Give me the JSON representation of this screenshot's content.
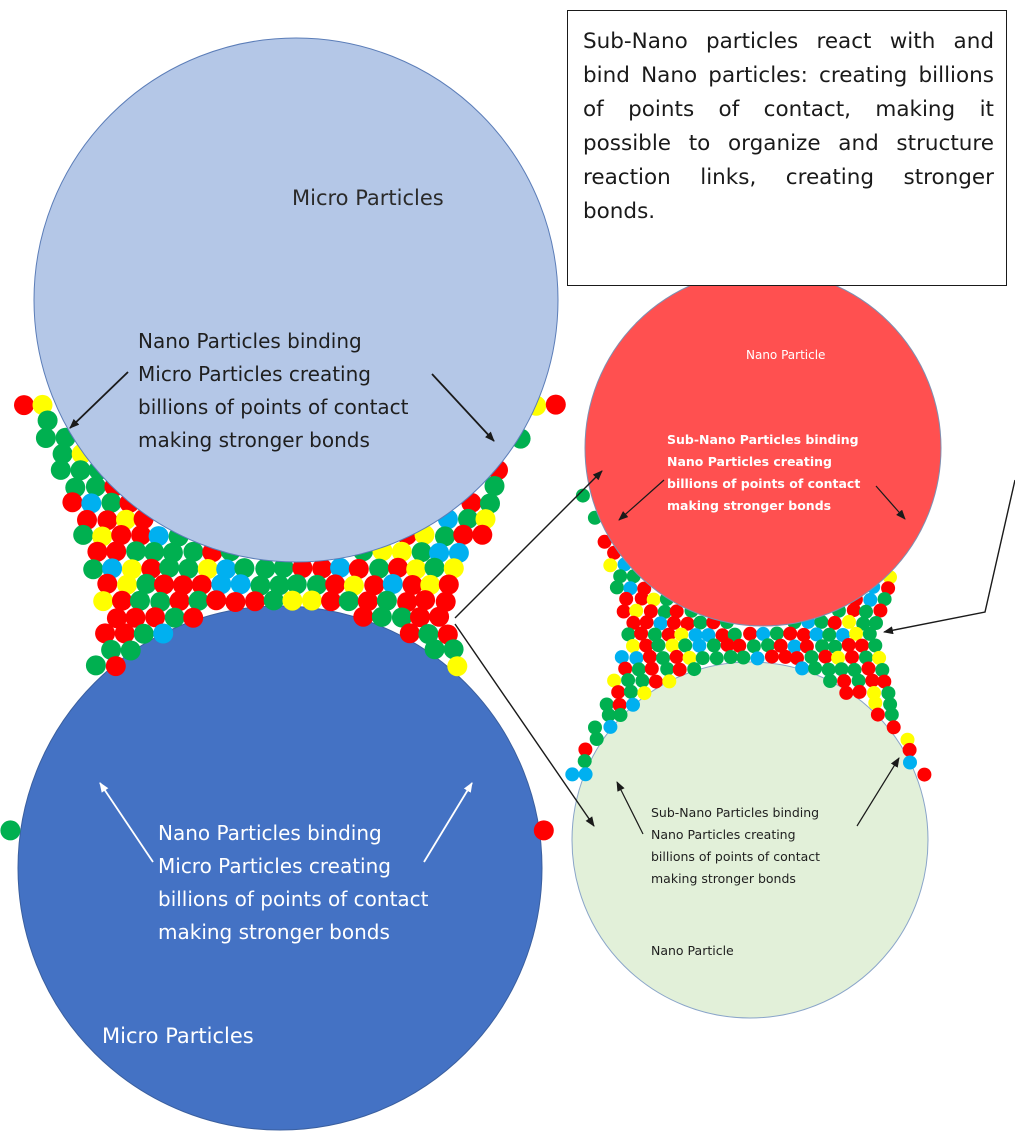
{
  "callout": {
    "text": "Sub-Nano particles react with and bind Nano particles: creating billions of points of contact, making it possible to organize and structure reaction links, creating stronger bonds."
  },
  "left_figure": {
    "top_particle_label": "Micro Particles",
    "top_binding_label": [
      "Nano Particles binding",
      "Micro Particles creating",
      "billions of points of contact",
      "making stronger bonds"
    ],
    "bottom_binding_label": [
      "Nano Particles binding",
      "Micro Particles creating",
      "billions of points of contact",
      "making stronger bonds"
    ],
    "bottom_particle_label": "Micro Particles"
  },
  "right_figure": {
    "top_particle_label": "Nano Particle",
    "top_binding_label": [
      "Sub-Nano Particles binding",
      "Nano Particles creating",
      "billions of points of contact",
      "making stronger bonds"
    ],
    "bottom_binding_label": [
      "Sub-Nano Particles binding",
      "Nano Particles creating",
      "billions of points of contact",
      "making stronger bonds"
    ],
    "bottom_particle_label": "Nano Particle"
  },
  "colors": {
    "micro_top": "#b4c7e7",
    "micro_bottom": "#4472c4",
    "nano_top": "#ff5050",
    "nano_bottom": "#e2f0d9",
    "dot_red": "#ff0000",
    "dot_green": "#00b050",
    "dot_yellow": "#ffff00",
    "dot_blue": "#00b0f0"
  }
}
